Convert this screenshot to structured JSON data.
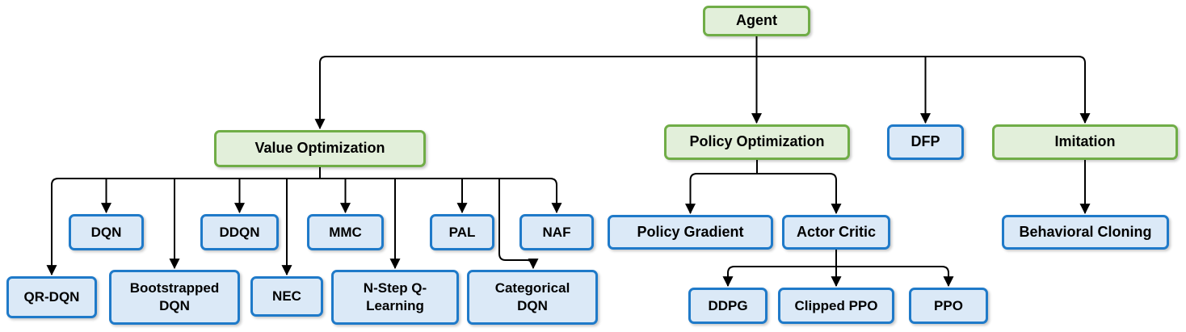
{
  "diagram": {
    "type": "hierarchy-flowchart",
    "colors": {
      "green_fill": "#e2efda",
      "green_border": "#70ad47",
      "blue_fill": "#dbe9f7",
      "blue_border": "#1f7ac9",
      "connector": "#000000",
      "text": "#000000",
      "background": "#ffffff"
    },
    "nodes": {
      "agent": {
        "label": "Agent",
        "style": "green"
      },
      "value_optimization": {
        "label": "Value Optimization",
        "style": "green"
      },
      "policy_optimization": {
        "label": "Policy Optimization",
        "style": "green"
      },
      "dfp": {
        "label": "DFP",
        "style": "blue"
      },
      "imitation": {
        "label": "Imitation",
        "style": "green"
      },
      "dqn": {
        "label": "DQN",
        "style": "blue"
      },
      "ddqn": {
        "label": "DDQN",
        "style": "blue"
      },
      "mmc": {
        "label": "MMC",
        "style": "blue"
      },
      "pal": {
        "label": "PAL",
        "style": "blue"
      },
      "naf": {
        "label": "NAF",
        "style": "blue"
      },
      "qr_dqn": {
        "label": "QR-DQN",
        "style": "blue"
      },
      "bootstrapped_dqn": {
        "label": "Bootstrapped DQN",
        "style": "blue"
      },
      "nec": {
        "label": "NEC",
        "style": "blue"
      },
      "n_step_q_learning": {
        "label": "N-Step Q-Learning",
        "style": "blue"
      },
      "categorical_dqn": {
        "label": "Categorical DQN",
        "style": "blue"
      },
      "policy_gradient": {
        "label": "Policy Gradient",
        "style": "blue"
      },
      "actor_critic": {
        "label": "Actor Critic",
        "style": "blue"
      },
      "ddpg": {
        "label": "DDPG",
        "style": "blue"
      },
      "clipped_ppo": {
        "label": "Clipped PPO",
        "style": "blue"
      },
      "ppo": {
        "label": "PPO",
        "style": "blue"
      },
      "behavioral_cloning": {
        "label": "Behavioral Cloning",
        "style": "blue"
      }
    },
    "hierarchy": {
      "Agent": [
        "Value Optimization",
        "Policy Optimization",
        "DFP",
        "Imitation"
      ],
      "Value Optimization": [
        "DQN",
        "DDQN",
        "MMC",
        "PAL",
        "NAF",
        "QR-DQN",
        "Bootstrapped DQN",
        "NEC",
        "N-Step Q-Learning",
        "Categorical DQN"
      ],
      "Policy Optimization": [
        "Policy Gradient",
        "Actor Critic"
      ],
      "Actor Critic": [
        "DDPG",
        "Clipped PPO",
        "PPO"
      ],
      "Imitation": [
        "Behavioral Cloning"
      ]
    }
  }
}
